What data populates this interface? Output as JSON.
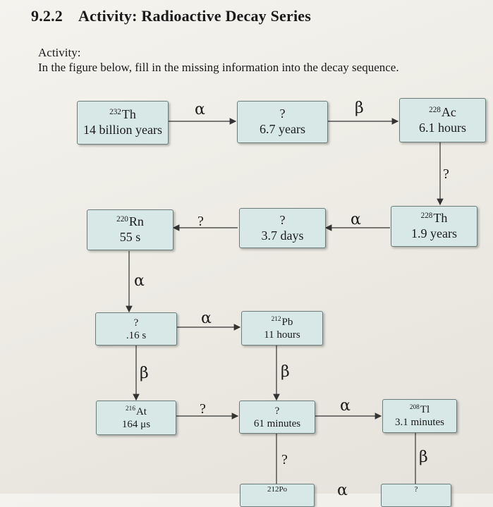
{
  "header": {
    "section_number": "9.2.2",
    "section_title": "Activity: Radioactive Decay Series",
    "activity_label": "Activity:",
    "instructions": "In the figure below, fill in the missing information into the decay sequence."
  },
  "boxes": {
    "th232": {
      "mass": "232",
      "element": "Th",
      "halflife": "14 billion years"
    },
    "unknown1": {
      "isotope": "?",
      "halflife": "6.7 years"
    },
    "ac228": {
      "mass": "228",
      "element": "Ac",
      "halflife": "6.1 hours"
    },
    "th228": {
      "mass": "228",
      "element": "Th",
      "halflife": "1.9 years"
    },
    "unknown2": {
      "isotope": "?",
      "halflife": "3.7 days"
    },
    "rn220": {
      "mass": "220",
      "element": "Rn",
      "halflife": "55 s"
    },
    "unknown3": {
      "isotope": "?",
      "halflife": ".16 s"
    },
    "pb212": {
      "mass": "212",
      "element": "Pb",
      "halflife": "11 hours"
    },
    "at216": {
      "mass": "216",
      "element": "At",
      "halflife": "164 μs"
    },
    "unknown4": {
      "isotope": "?",
      "halflife": "61 minutes"
    },
    "tl208": {
      "mass": "208",
      "element": "Tl",
      "halflife": "3.1 minutes"
    },
    "partial_left": {
      "text": "212Po"
    },
    "partial_right": {
      "text": "?"
    }
  },
  "decays": {
    "d1": "α",
    "d2": "β",
    "d3": "?",
    "d4": "α",
    "d5": "?",
    "d6": "α",
    "d7": "α",
    "d8": "β",
    "d9": "β",
    "d10": "?",
    "d11": "α",
    "d12": "?",
    "d13": "β",
    "d14": "α"
  }
}
